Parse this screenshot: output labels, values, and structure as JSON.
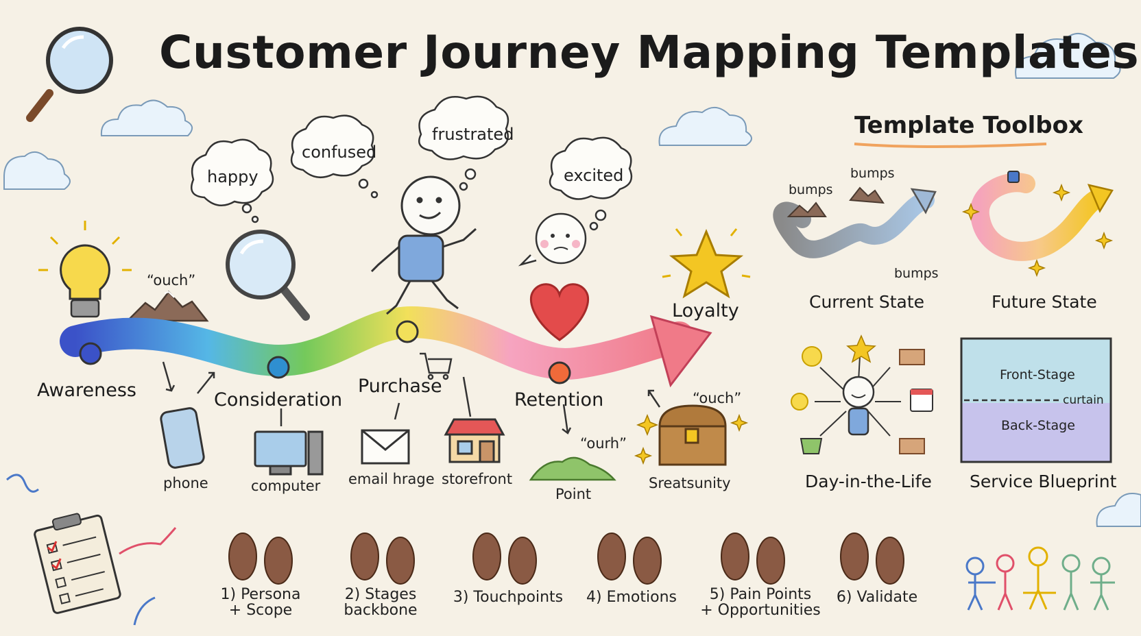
{
  "title": "Customer Journey Mapping Templates",
  "journey": {
    "stages": [
      "Awareness",
      "Consideration",
      "Purchase",
      "Retention",
      "Loyalty"
    ],
    "emotions": [
      "happy",
      "confused",
      "frustrated",
      "excited"
    ],
    "quotes": [
      "“ouch”",
      "“ouch”",
      "“ourh”"
    ],
    "touchpoints": [
      "phone",
      "computer",
      "email hrage",
      "storefront",
      "Point",
      "Sreatsunity"
    ]
  },
  "toolbox": {
    "heading": "Template Toolbox",
    "bumps": [
      "bumps",
      "bumps",
      "bumps"
    ],
    "templates": [
      "Current State",
      "Future State",
      "Day-in-the-Life",
      "Service Blueprint"
    ],
    "blueprint": {
      "front": "Front-Stage",
      "curtain": "curtain",
      "back": "Back-Stage"
    }
  },
  "steps": [
    {
      "line1": "1) Persona",
      "line2": "+ Scope"
    },
    {
      "line1": "2) Stages",
      "line2": "backbone"
    },
    {
      "line1": "3) Touchpoints",
      "line2": ""
    },
    {
      "line1": "4) Emotions",
      "line2": ""
    },
    {
      "line1": "5) Pain Points",
      "line2": "+ Opportunities"
    },
    {
      "line1": "6) Validate",
      "line2": ""
    }
  ],
  "colors": {
    "background": "#f6f1e6",
    "ink": "#1d1d1d",
    "accent_underline": "#f0a35e",
    "star": "#f3c623",
    "heart": "#e34b4b",
    "feet": "#8a5a44",
    "blueprint_front": "#bfe0ea",
    "blueprint_back": "#c7c3ec"
  },
  "icons": [
    "magnifier-icon",
    "cloud-icon",
    "lightbulb-icon",
    "mountain-icon",
    "stick-figure-icon",
    "heart-icon",
    "star-icon",
    "phone-icon",
    "computer-icon",
    "envelope-icon",
    "storefront-icon",
    "cart-icon",
    "treasure-chest-icon",
    "footprints-icon",
    "clipboard-icon",
    "people-icon",
    "sun-icon",
    "bed-icon",
    "calendar-icon",
    "coffee-icon"
  ]
}
